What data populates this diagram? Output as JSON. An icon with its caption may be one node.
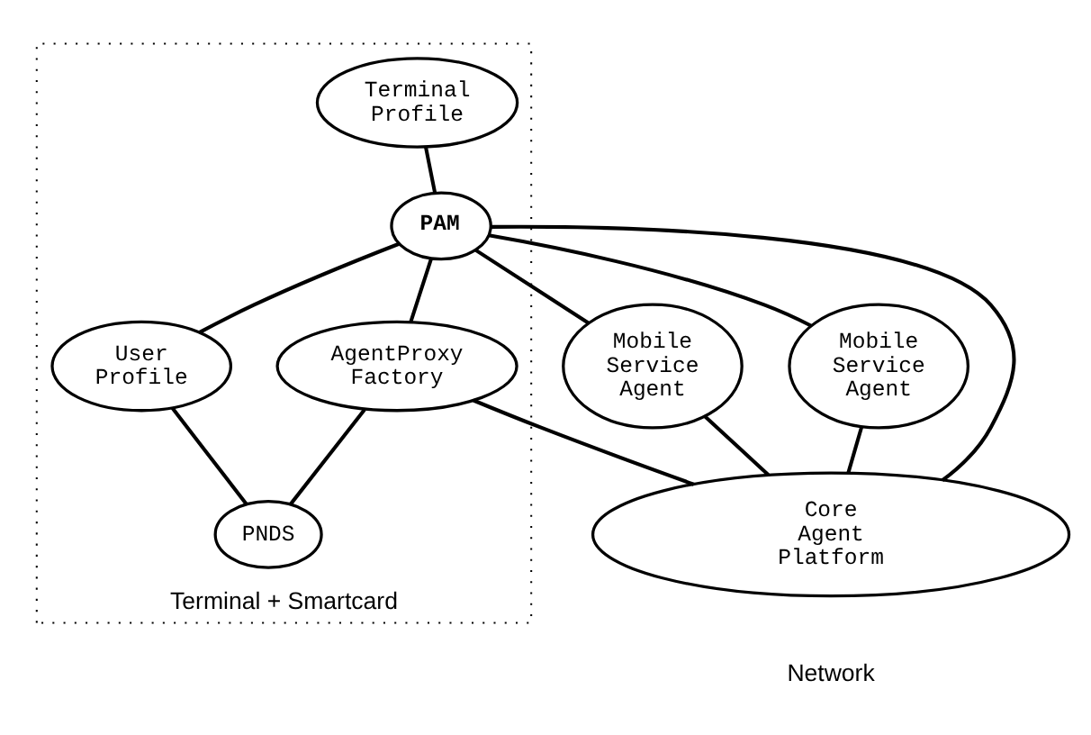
{
  "diagram": {
    "nodes": [
      {
        "text": [
          "Terminal + Smartcard"
        ]
      },
      {
        "text": [
          "Mobile Service Agent"
        ]
      },
      {
        "text": [
          "Terminal Profile"
        ],
        "in": 0
      },
      {
        "text": [
          "PAM"
        ],
        "in": 0
      },
      {
        "text": [
          "Mobile Service Agent"
        ]
      },
      {
        "text": [
          "User Profile"
        ],
        "in": 0
      },
      {
        "text": [
          "AgentProxy Factory"
        ],
        "in": 0
      },
      {
        "text": [
          "PNDS"
        ],
        "in": 0
      },
      {
        "text": [
          "Core Agent Platform"
        ]
      }
    ],
    "edges": [
      {
        "from": 2,
        "to": 3,
        "arrow": "none"
      },
      {
        "from": 3,
        "to": 1,
        "arrow": "none"
      },
      {
        "from": 3,
        "to": 4,
        "arrow": "none"
      },
      {
        "from": 3,
        "to": 5,
        "arrow": "none"
      },
      {
        "from": 3,
        "to": 6,
        "arrow": "none"
      },
      {
        "from": 3,
        "to": 8,
        "arrow": "none"
      },
      {
        "from": 5,
        "to": 7,
        "arrow": "none"
      },
      {
        "from": 6,
        "to": 7,
        "arrow": "none"
      },
      {
        "from": 6,
        "to": 8,
        "arrow": "none"
      },
      {
        "from": 4,
        "to": 8,
        "arrow": "none"
      },
      {
        "from": 1,
        "to": 8,
        "arrow": "none"
      }
    ],
    "labels": [
      "Network"
    ]
  }
}
